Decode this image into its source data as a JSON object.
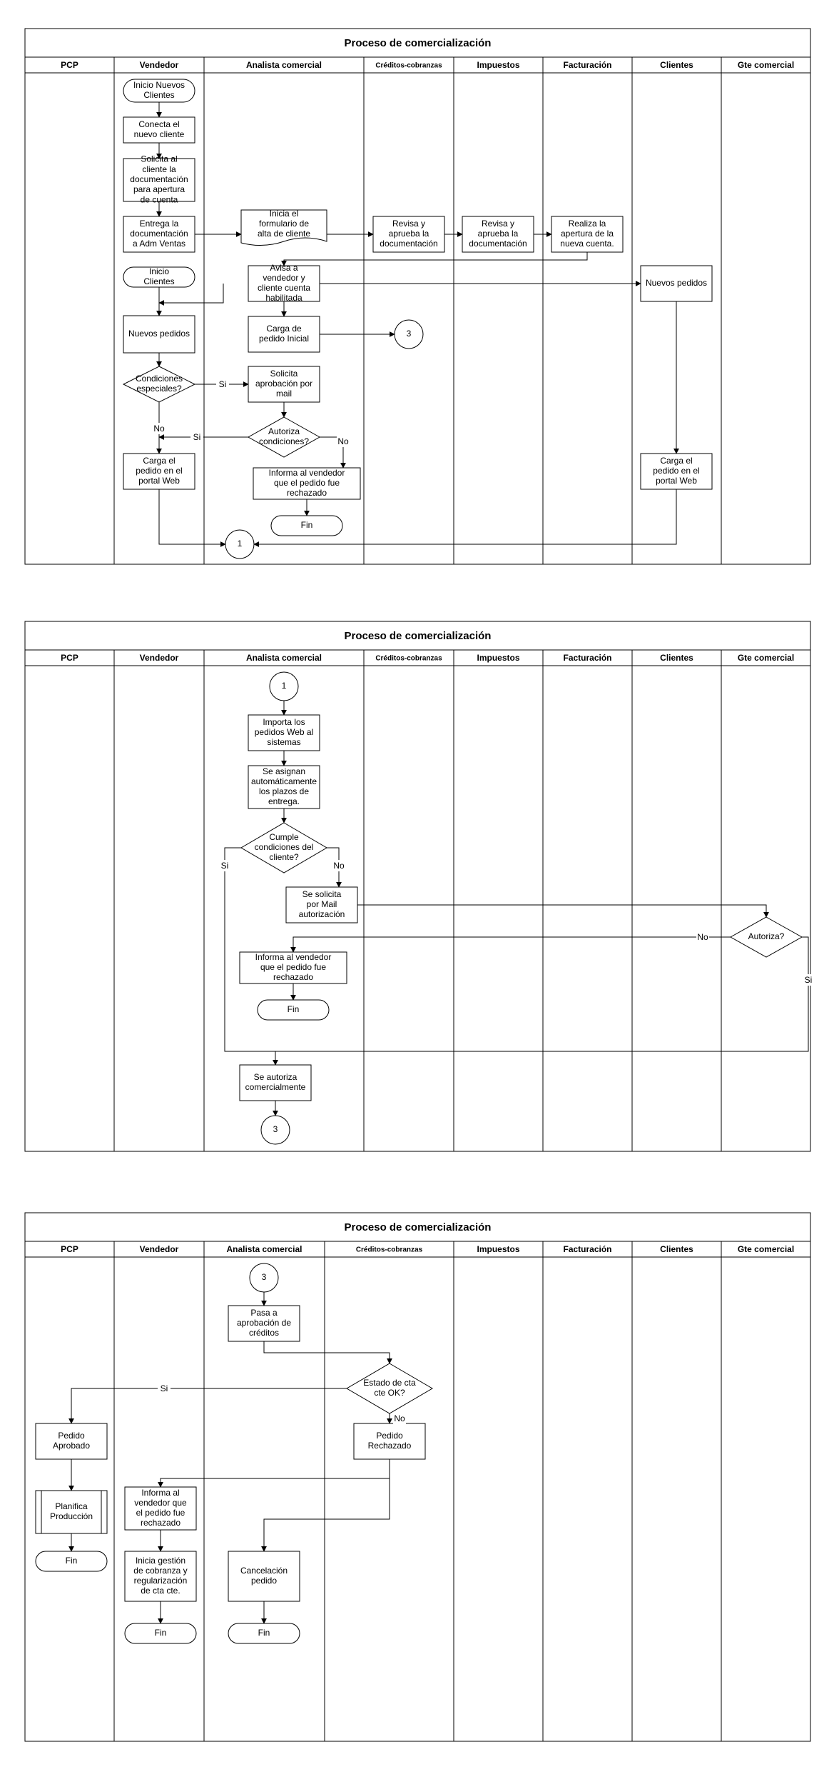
{
  "diagrams": [
    {
      "title": "Proceso de comercialización",
      "lanes": [
        "PCP",
        "Vendedor",
        "Analista comercial",
        "Créditos-cobranzas",
        "Impuestos",
        "Facturación",
        "Clientes",
        "Gte comercial"
      ],
      "nodes": [
        {
          "id": "d1_inicio_nuevos",
          "text": "Inicio Nuevos Clientes"
        },
        {
          "id": "d1_conecta",
          "text": "Conecta el nuevo cliente"
        },
        {
          "id": "d1_solicita_doc",
          "text": "Solicita al cliente la documentación para apertura de cuenta"
        },
        {
          "id": "d1_entrega_doc",
          "text": "Entrega la documentación a Adm Ventas"
        },
        {
          "id": "d1_inicia_form",
          "text": "Inicia el formulario de alta de cliente"
        },
        {
          "id": "d1_revisa_creditos",
          "text": "Revisa y aprueba la documentación"
        },
        {
          "id": "d1_revisa_impuestos",
          "text": "Revisa y aprueba la documentación"
        },
        {
          "id": "d1_realiza_apertura",
          "text": "Realiza la apertura de la nueva cuenta."
        },
        {
          "id": "d1_inicio_clientes",
          "text": "Inicio Clientes"
        },
        {
          "id": "d1_avisa",
          "text": "Avisa a vendedor y cliente cuenta habilitada"
        },
        {
          "id": "d1_nuevos_pedidos_cli",
          "text": "Nuevos pedidos"
        },
        {
          "id": "d1_nuevos_pedidos_vend",
          "text": "Nuevos pedidos"
        },
        {
          "id": "d1_carga_inicial",
          "text": "Carga de pedido Inicial"
        },
        {
          "id": "d1_conn_3",
          "text": "3"
        },
        {
          "id": "d1_condiciones",
          "text": "Condiciones especiales?"
        },
        {
          "id": "d1_solicita_aprob",
          "text": "Solicita aprobación por mail"
        },
        {
          "id": "d1_autoriza",
          "text": "Autoriza condiciones?"
        },
        {
          "id": "d1_carga_vend",
          "text": "Carga el pedido en el portal Web"
        },
        {
          "id": "d1_informa",
          "text": "Informa al vendedor que el pedido fue rechazado"
        },
        {
          "id": "d1_carga_cli",
          "text": "Carga el pedido en el portal Web"
        },
        {
          "id": "d1_fin",
          "text": "Fin"
        },
        {
          "id": "d1_conn_1",
          "text": "1"
        }
      ],
      "labels": [
        {
          "id": "d1_lbl_si_1",
          "text": "Si"
        },
        {
          "id": "d1_lbl_no_1",
          "text": "No"
        },
        {
          "id": "d1_lbl_si_2",
          "text": "Si"
        },
        {
          "id": "d1_lbl_no_2",
          "text": "No"
        }
      ]
    },
    {
      "title": "Proceso de comercialización",
      "lanes": [
        "PCP",
        "Vendedor",
        "Analista comercial",
        "Créditos-cobranzas",
        "Impuestos",
        "Facturación",
        "Clientes",
        "Gte comercial"
      ],
      "nodes": [
        {
          "id": "d2_conn_1",
          "text": "1"
        },
        {
          "id": "d2_importa",
          "text": "Importa los pedidos Web al sistemas"
        },
        {
          "id": "d2_asignan",
          "text": "Se asignan automáticamente los plazos de entrega."
        },
        {
          "id": "d2_cumple",
          "text": "Cumple condiciones del cliente?"
        },
        {
          "id": "d2_solicita_mail",
          "text": "Se solicita por Mail autorización"
        },
        {
          "id": "d2_autoriza",
          "text": "Autoriza?"
        },
        {
          "id": "d2_informa",
          "text": "Informa al vendedor que el pedido fue rechazado"
        },
        {
          "id": "d2_fin",
          "text": "Fin"
        },
        {
          "id": "d2_autoriza_com",
          "text": "Se autoriza comercialmente"
        },
        {
          "id": "d2_conn_3",
          "text": "3"
        }
      ],
      "labels": [
        {
          "id": "d2_lbl_si_1",
          "text": "Si"
        },
        {
          "id": "d2_lbl_no_1",
          "text": "No"
        },
        {
          "id": "d2_lbl_no_2",
          "text": "No"
        },
        {
          "id": "d2_lbl_si_2",
          "text": "Si"
        }
      ]
    },
    {
      "title": "Proceso de comercialización",
      "lanes": [
        "PCP",
        "Vendedor",
        "Analista comercial",
        "Créditos-cobranzas",
        "Impuestos",
        "Facturación",
        "Clientes",
        "Gte comercial"
      ],
      "nodes": [
        {
          "id": "d3_conn_3",
          "text": "3"
        },
        {
          "id": "d3_pasa",
          "text": "Pasa a aprobación de créditos"
        },
        {
          "id": "d3_estado",
          "text": "Estado de cta cte OK?"
        },
        {
          "id": "d3_aprobado",
          "text": "Pedido Aprobado"
        },
        {
          "id": "d3_rechazado",
          "text": "Pedido Rechazado"
        },
        {
          "id": "d3_planifica",
          "text": "Planifica Producción"
        },
        {
          "id": "d3_informa",
          "text": "Informa al vendedor que el pedido fue rechazado"
        },
        {
          "id": "d3_fin_pcp",
          "text": "Fin"
        },
        {
          "id": "d3_inicia_gestion",
          "text": "Inicia gestión de cobranza y regularización de cta cte."
        },
        {
          "id": "d3_cancelacion",
          "text": "Cancelación pedido"
        },
        {
          "id": "d3_fin_vend",
          "text": "Fin"
        },
        {
          "id": "d3_fin_anal",
          "text": "Fin"
        }
      ],
      "labels": [
        {
          "id": "d3_lbl_si",
          "text": "Si"
        },
        {
          "id": "d3_lbl_no",
          "text": "No"
        }
      ]
    }
  ]
}
